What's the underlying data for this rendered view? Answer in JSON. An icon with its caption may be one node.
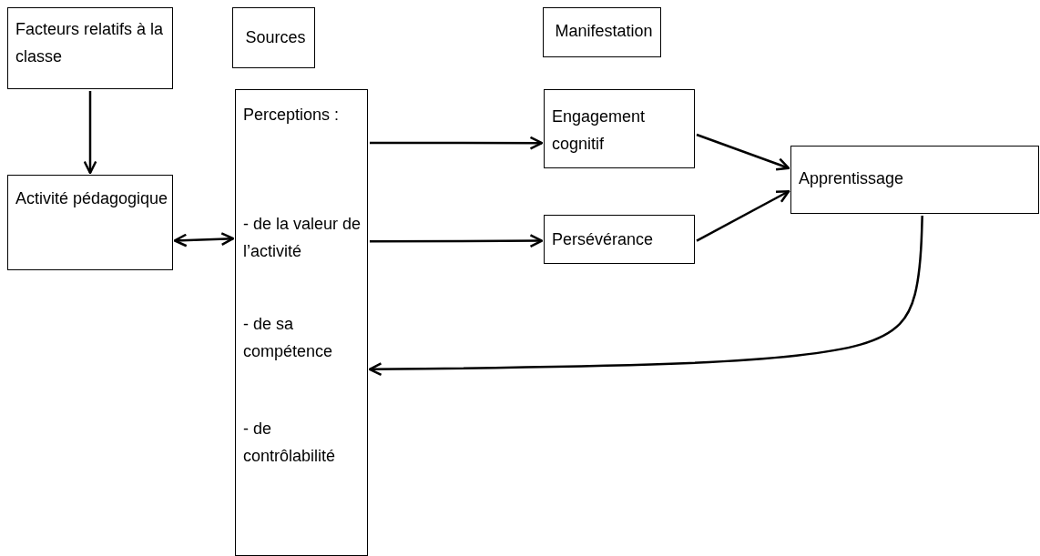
{
  "diagram": {
    "nodes": [
      {
        "text": [
          "Facteurs relatifs à la classe"
        ]
      },
      {
        "text": [
          "Activité pédagogique"
        ]
      },
      {
        "text": [
          "Sources"
        ]
      },
      {
        "text": [
          "Manifestation"
        ]
      },
      {
        "text": [
          "Perceptions :",
          "- de la valeur de l’activité",
          "- de sa compétence",
          "- de contrôlabilité"
        ]
      },
      {
        "text": [
          "Engagement cognitif"
        ]
      },
      {
        "text": [
          "Persévérance"
        ]
      },
      {
        "text": [
          "Apprentissage"
        ]
      }
    ],
    "edges": [
      {
        "from": 0,
        "to": 1,
        "arrow": "to"
      },
      {
        "from": 1,
        "to": 4,
        "arrow": "both"
      },
      {
        "from": 4,
        "to": 5,
        "arrow": "to"
      },
      {
        "from": 4,
        "to": 6,
        "arrow": "to"
      },
      {
        "from": 5,
        "to": 7,
        "arrow": "to"
      },
      {
        "from": 6,
        "to": 7,
        "arrow": "to"
      },
      {
        "from": 7,
        "to": 4,
        "arrow": "to"
      }
    ]
  }
}
